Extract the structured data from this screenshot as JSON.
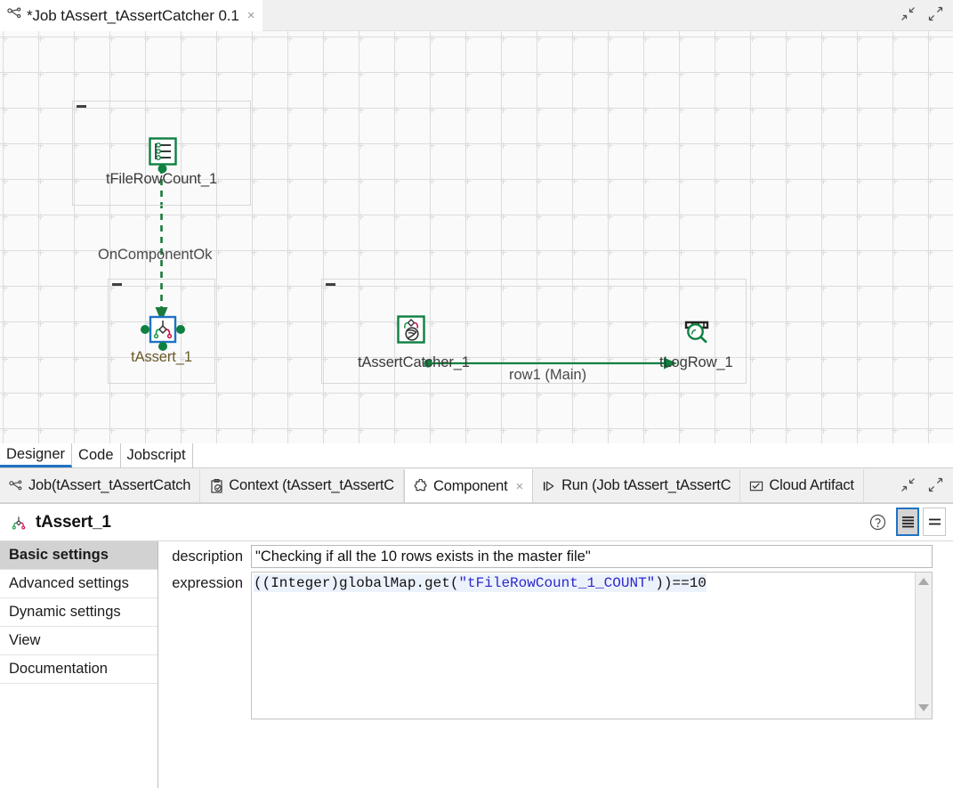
{
  "window": {
    "tab_title": "*Job tAssert_tAssertCatcher 0.1",
    "tab_icon": "job-icon",
    "close_label": "×",
    "minimize_icon": "restore-icon",
    "maximize_icon": "maximize-icon"
  },
  "canvas": {
    "nodes": [
      {
        "id": "tFileRowCount_1",
        "label": "tFileRowCount_1",
        "icon": "file-row-count-icon"
      },
      {
        "id": "tAssert_1",
        "label": "tAssert_1",
        "icon": "assert-icon"
      },
      {
        "id": "tAssertCatcher_1",
        "label": "tAssertCatcher_1",
        "icon": "assert-catcher-icon"
      },
      {
        "id": "tLogRow_1",
        "label": "tLogRow_1",
        "icon": "log-row-icon"
      }
    ],
    "connections": [
      {
        "id": "trigger",
        "label": "OnComponentOk",
        "style": "dashed",
        "color": "#1a7a3c"
      },
      {
        "id": "row1",
        "label": "row1 (Main)",
        "style": "solid",
        "color": "#0e8040"
      }
    ]
  },
  "designer_tabs": {
    "items": [
      {
        "label": "Designer",
        "active": true
      },
      {
        "label": "Code",
        "active": false
      },
      {
        "label": "Jobscript",
        "active": false
      }
    ]
  },
  "view_tabs": {
    "items": [
      {
        "label": "Job(tAssert_tAssertCatch",
        "icon": "job-icon",
        "active": false,
        "closable": false
      },
      {
        "label": "Context (tAssert_tAssertC",
        "icon": "context-icon",
        "active": false,
        "closable": false
      },
      {
        "label": "Component",
        "icon": "puzzle-icon",
        "active": true,
        "closable": true
      },
      {
        "label": "Run (Job tAssert_tAssertC",
        "icon": "run-icon",
        "active": false,
        "closable": false
      },
      {
        "label": "Cloud Artifact",
        "icon": "cloud-artifact-icon",
        "active": false,
        "closable": false
      }
    ],
    "close_label": "×",
    "minimize_icon": "restore-icon",
    "maximize_icon": "maximize-icon"
  },
  "properties": {
    "title": "tAssert_1",
    "title_icon": "assert-icon",
    "help_icon": "help-icon",
    "view_buttons": [
      {
        "name": "list-view-button",
        "icon": "list-dense-icon",
        "selected": true
      },
      {
        "name": "compact-view-button",
        "icon": "list-sparse-icon",
        "selected": false
      }
    ],
    "settings": [
      {
        "label": "Basic settings",
        "active": true
      },
      {
        "label": "Advanced settings",
        "active": false
      },
      {
        "label": "Dynamic settings",
        "active": false
      },
      {
        "label": "View",
        "active": false
      },
      {
        "label": "Documentation",
        "active": false
      }
    ],
    "fields": {
      "description_label": "description",
      "description_value": "\"Checking if all the 10 rows exists in the master file\"",
      "expression_label": "expression",
      "expression_prefix": "((Integer)globalMap.get(",
      "expression_string": "\"tFileRowCount_1_COUNT\"",
      "expression_suffix": "))==10"
    }
  }
}
